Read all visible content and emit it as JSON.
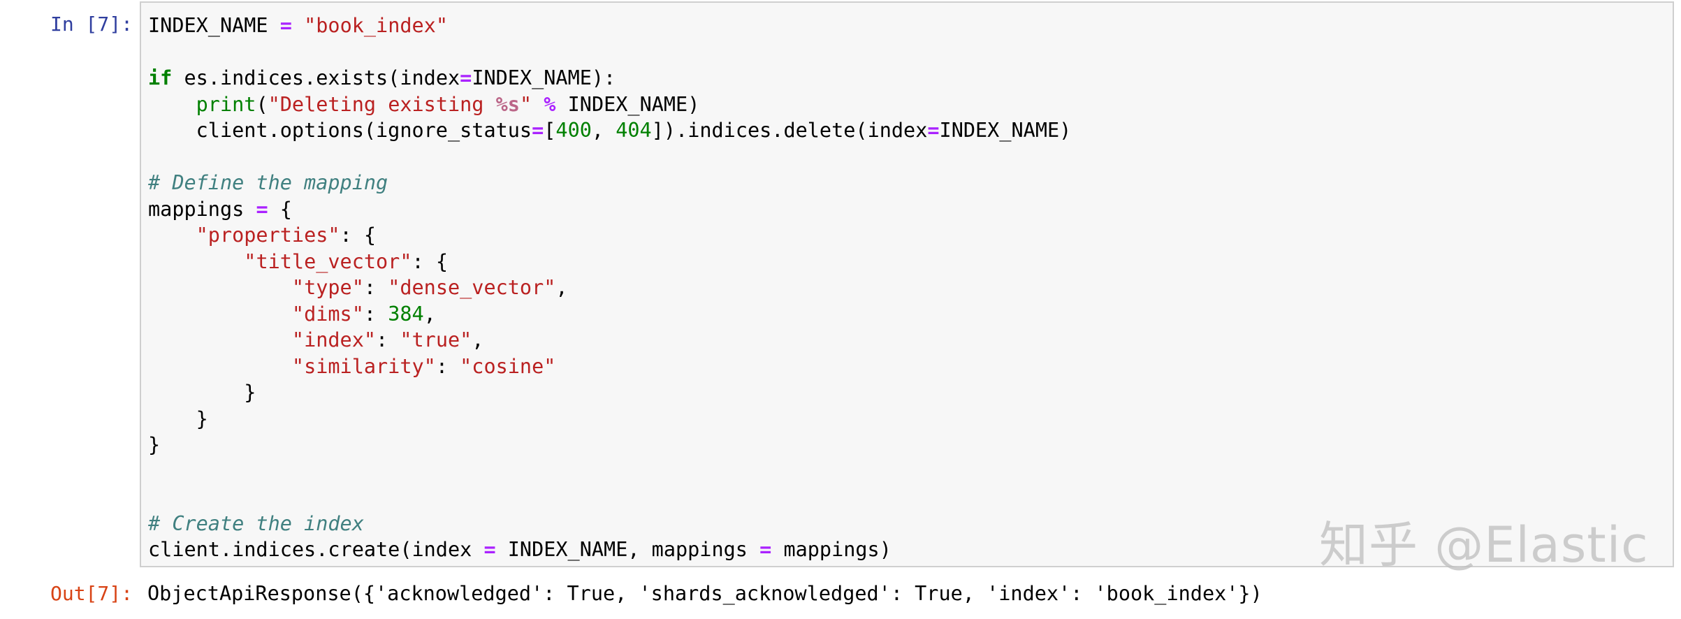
{
  "input_prompt": "In [7]:",
  "output_prompt": "Out[7]:",
  "code": {
    "l1": {
      "a": "INDEX_NAME ",
      "op": "=",
      "b": " ",
      "s": "\"book_index\""
    },
    "l3": {
      "kw": "if",
      "a": " es.indices.exists(index",
      "op": "=",
      "b": "INDEX_NAME):"
    },
    "l4": {
      "ind": "    ",
      "bi": "print",
      "a": "(",
      "s1": "\"Deleting existing ",
      "si": "%s",
      "s2": "\"",
      "b": " ",
      "op": "%",
      "c": " INDEX_NAME)"
    },
    "l5": {
      "ind": "    ",
      "a": "client.options(ignore_status",
      "op1": "=",
      "b": "[",
      "n1": "400",
      "c": ", ",
      "n2": "404",
      "d": "]).indices.delete(index",
      "op2": "=",
      "e": "INDEX_NAME)"
    },
    "l7": {
      "cm": "# Define the mapping"
    },
    "l8": {
      "a": "mappings ",
      "op": "=",
      "b": " {"
    },
    "l9": {
      "ind": "    ",
      "s": "\"properties\"",
      "a": ": {"
    },
    "l10": {
      "ind": "        ",
      "s": "\"title_vector\"",
      "a": ": {"
    },
    "l11": {
      "ind": "            ",
      "s1": "\"type\"",
      "a": ": ",
      "s2": "\"dense_vector\"",
      "b": ","
    },
    "l12": {
      "ind": "            ",
      "s": "\"dims\"",
      "a": ": ",
      "n": "384",
      "b": ","
    },
    "l13": {
      "ind": "            ",
      "s1": "\"index\"",
      "a": ": ",
      "s2": "\"true\"",
      "b": ","
    },
    "l14": {
      "ind": "            ",
      "s1": "\"similarity\"",
      "a": ": ",
      "s2": "\"cosine\""
    },
    "l15": {
      "a": "        }"
    },
    "l16": {
      "a": "    }"
    },
    "l17": {
      "a": "}"
    },
    "l20": {
      "cm": "# Create the index"
    },
    "l21": {
      "a": "client.indices.create(index ",
      "op1": "=",
      "b": " INDEX_NAME, mappings ",
      "op2": "=",
      "c": " mappings)"
    }
  },
  "output_text": "ObjectApiResponse({'acknowledged': True, 'shards_acknowledged': True, 'index': 'book_index'})",
  "watermark": "知乎 @Elastic",
  "colors": {
    "keyword": "#008000",
    "string": "#BA2121",
    "operator": "#AA22FF",
    "comment": "#408080",
    "number": "#008000",
    "input_prompt": "#303F9F",
    "output_prompt": "#D84315",
    "cell_background": "#f7f7f7",
    "cell_border": "#cfcfcf"
  }
}
